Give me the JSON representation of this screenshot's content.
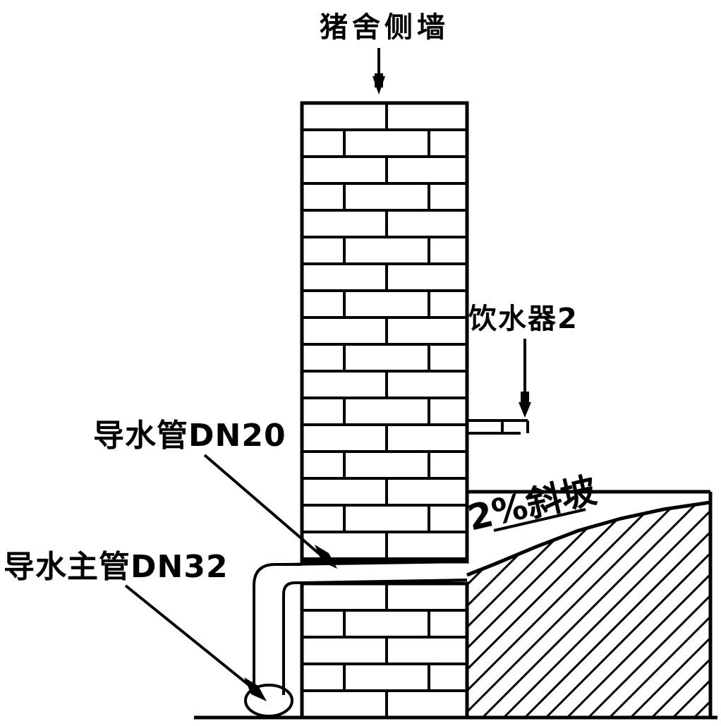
{
  "labels": {
    "wall_title": "猪舍侧墙",
    "drinker": "饮水器2",
    "guide_pipe": "导水管DN20",
    "main_pipe": "导水主管DN32",
    "slope": "2%斜坡"
  },
  "colors": {
    "line": "#000000",
    "background": "#ffffff"
  }
}
